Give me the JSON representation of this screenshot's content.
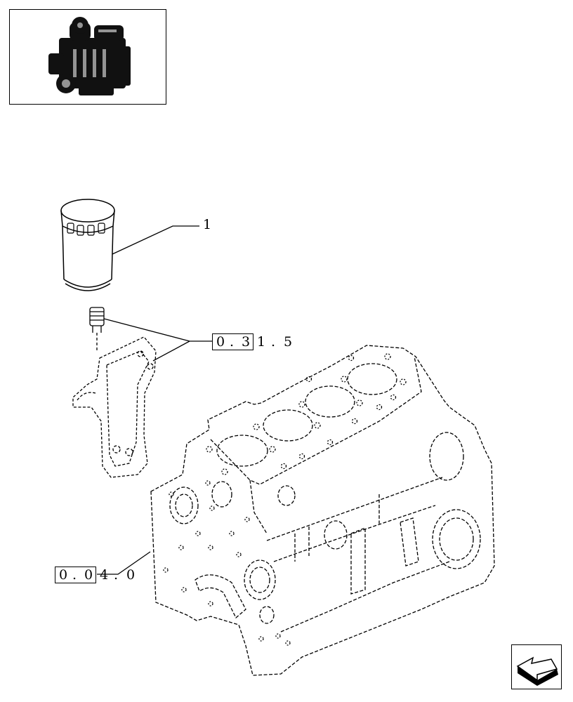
{
  "callouts": {
    "item_1": "1",
    "ref_a": {
      "boxed": [
        "0",
        ".",
        "3"
      ],
      "rest": [
        "1",
        ".",
        "5"
      ]
    },
    "ref_b": {
      "boxed": [
        "0",
        ".",
        "0"
      ],
      "rest": [
        "4",
        ".",
        "0"
      ]
    }
  },
  "icons": {
    "thumbnail": "engine-thumbnail-icon",
    "navigation": "next-page-arrow-icon"
  }
}
